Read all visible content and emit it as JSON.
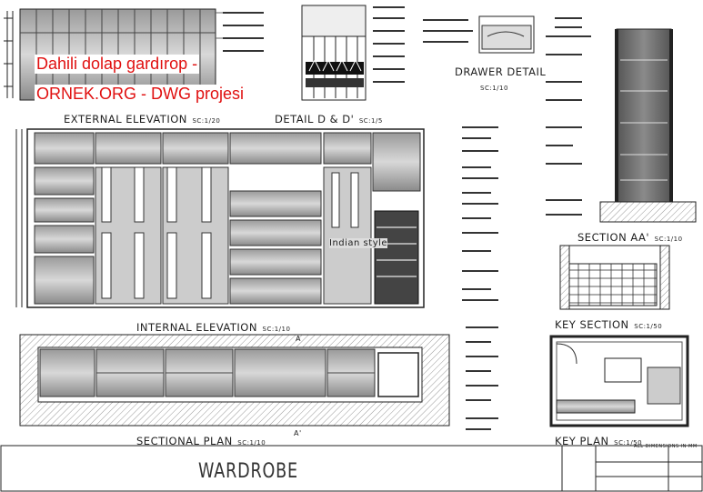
{
  "banner": {
    "line1": "Dahili dolap gardırop -",
    "line2": "ORNEK.ORG - DWG projesi"
  },
  "views": {
    "external_elevation": {
      "title": "EXTERNAL ELEVATION",
      "scale": "SC:1/20"
    },
    "detail_d": {
      "title": "DETAIL D & D'",
      "scale": "SC:1/5"
    },
    "drawer_detail": {
      "title": "DRAWER DETAIL",
      "scale": "SC:1/10"
    },
    "section_aa": {
      "title": "SECTION AA'",
      "scale": "SC:1/10"
    },
    "internal_elevation": {
      "title": "INTERNAL ELEVATION",
      "scale": "SC:1/10"
    },
    "key_section": {
      "title": "KEY SECTION",
      "scale": "SC:1/50"
    },
    "sectional_plan": {
      "title": "SECTIONAL PLAN",
      "scale": "SC:1/10"
    },
    "key_plan": {
      "title": "KEY PLAN",
      "scale": "SC:1/50"
    }
  },
  "annotations": {
    "indian_style": "Indian style",
    "section_mark_top": "A",
    "section_mark_bottom": "A'",
    "dims_note": "ALL DIMENSIONS IN MM"
  },
  "title_block": {
    "title": "WARDROBE"
  }
}
